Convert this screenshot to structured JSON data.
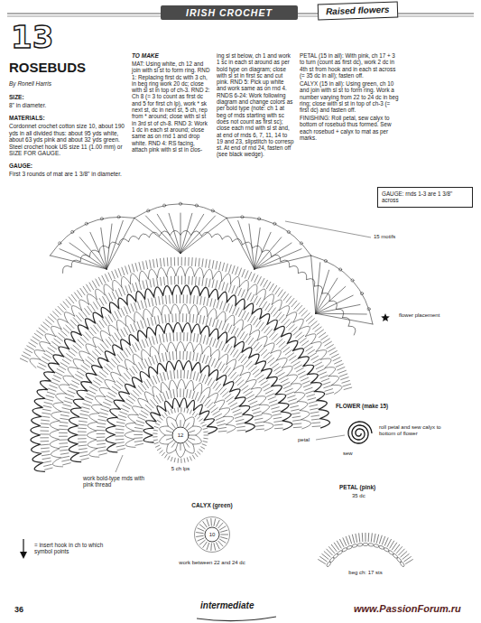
{
  "diagram": {
    "title": "ROSEBUDS",
    "nodes": [
      {
        "text": [
          "IRISH CROCHET"
        ]
      },
      {
        "text": [
          "Raised flowers"
        ]
      },
      {
        "text": [
          "GAUGE: rnds 1-3 are 1 3/8\" across"
        ]
      }
    ],
    "labels": [
      "13",
      "By Ronell Harris",
      "SIZE:",
      "8\" in diameter.",
      "MATERIALS:",
      "Cordonnet crochet cotton size 10, about 190 yds in all divided thus: about 95 yds white, about 63 yds pink and about 32 yds green. Steel crochet hook US size 11 (1.00 mm) or SIZE FOR GAUGE.",
      "GAUGE:",
      "First 3 rounds of mat are 1 3/8\" in diameter.",
      "TO MAKE",
      "MAT: Using white, ch 12 and join with sl st to form ring. RND 1: Replacing first dc with 3 ch, in beg ring work 20 dc; close with sl st in top of ch-3. RND 2: Ch 8 (= 3 to count as first dc and 5 for first ch lp), work * sk next st, dc in next st, 5 ch, rep from * around; close with sl st in 3rd st of ch-8. RND 3: Work 1 dc in each st around; close same as on rnd 1 and drop white. RND 4: RS facing, attach pink with sl st in clos-",
      "ing sl st below, ch 1 and work 1 sc in each st around as per bold type on diagram; close with sl st in first sc and cut pink. RND 5: Pick up white and work same as on rnd 4. RNDS 6-24: Work following diagram and change colors as per bold type (note: ch 1 at beg of rnds starting with sc does not count as first sc); close each rnd with sl st and, at end of rnds 6, 7, 11, 14 to 19 and 23, slipstitch to corresp st. At end of rnd 24, fasten off (see black wedge).",
      "PETAL (15 in all): With pink, ch 17 + 3 to turn (count as first dc), work 2 dc in 4th st from hook and in each st across (= 35 dc in all); fasten off.",
      "CALYX (15 in all): Using green, ch 10 and join with sl st to form ring. Work a number varying from 22 to 24 dc in beg ring; close with sl st in top of ch-3 (= first dc) and fasten off.",
      "FINISHING: Roll petal, sew calyx to bottom of rosebud thus formed. Sew each rosebud + calyx to mat as per marks.",
      "15 motifs",
      "flower placement",
      "12",
      "5 ch lps",
      "work bold-type rnds with pink thread",
      "CALYX (green)",
      "10",
      "work between 22 and 24 dc",
      "FLOWER (make 15)",
      "petal",
      "sew",
      "roll petal and sew calyx to bottom of flower",
      "PETAL (pink)",
      "35 dc",
      "beg ch: 17 sts",
      "36",
      "intermediate",
      "www.PassionForum.ru"
    ],
    "legend": [
      {
        "text": "= insert hook in ch to which symbol points"
      }
    ]
  }
}
